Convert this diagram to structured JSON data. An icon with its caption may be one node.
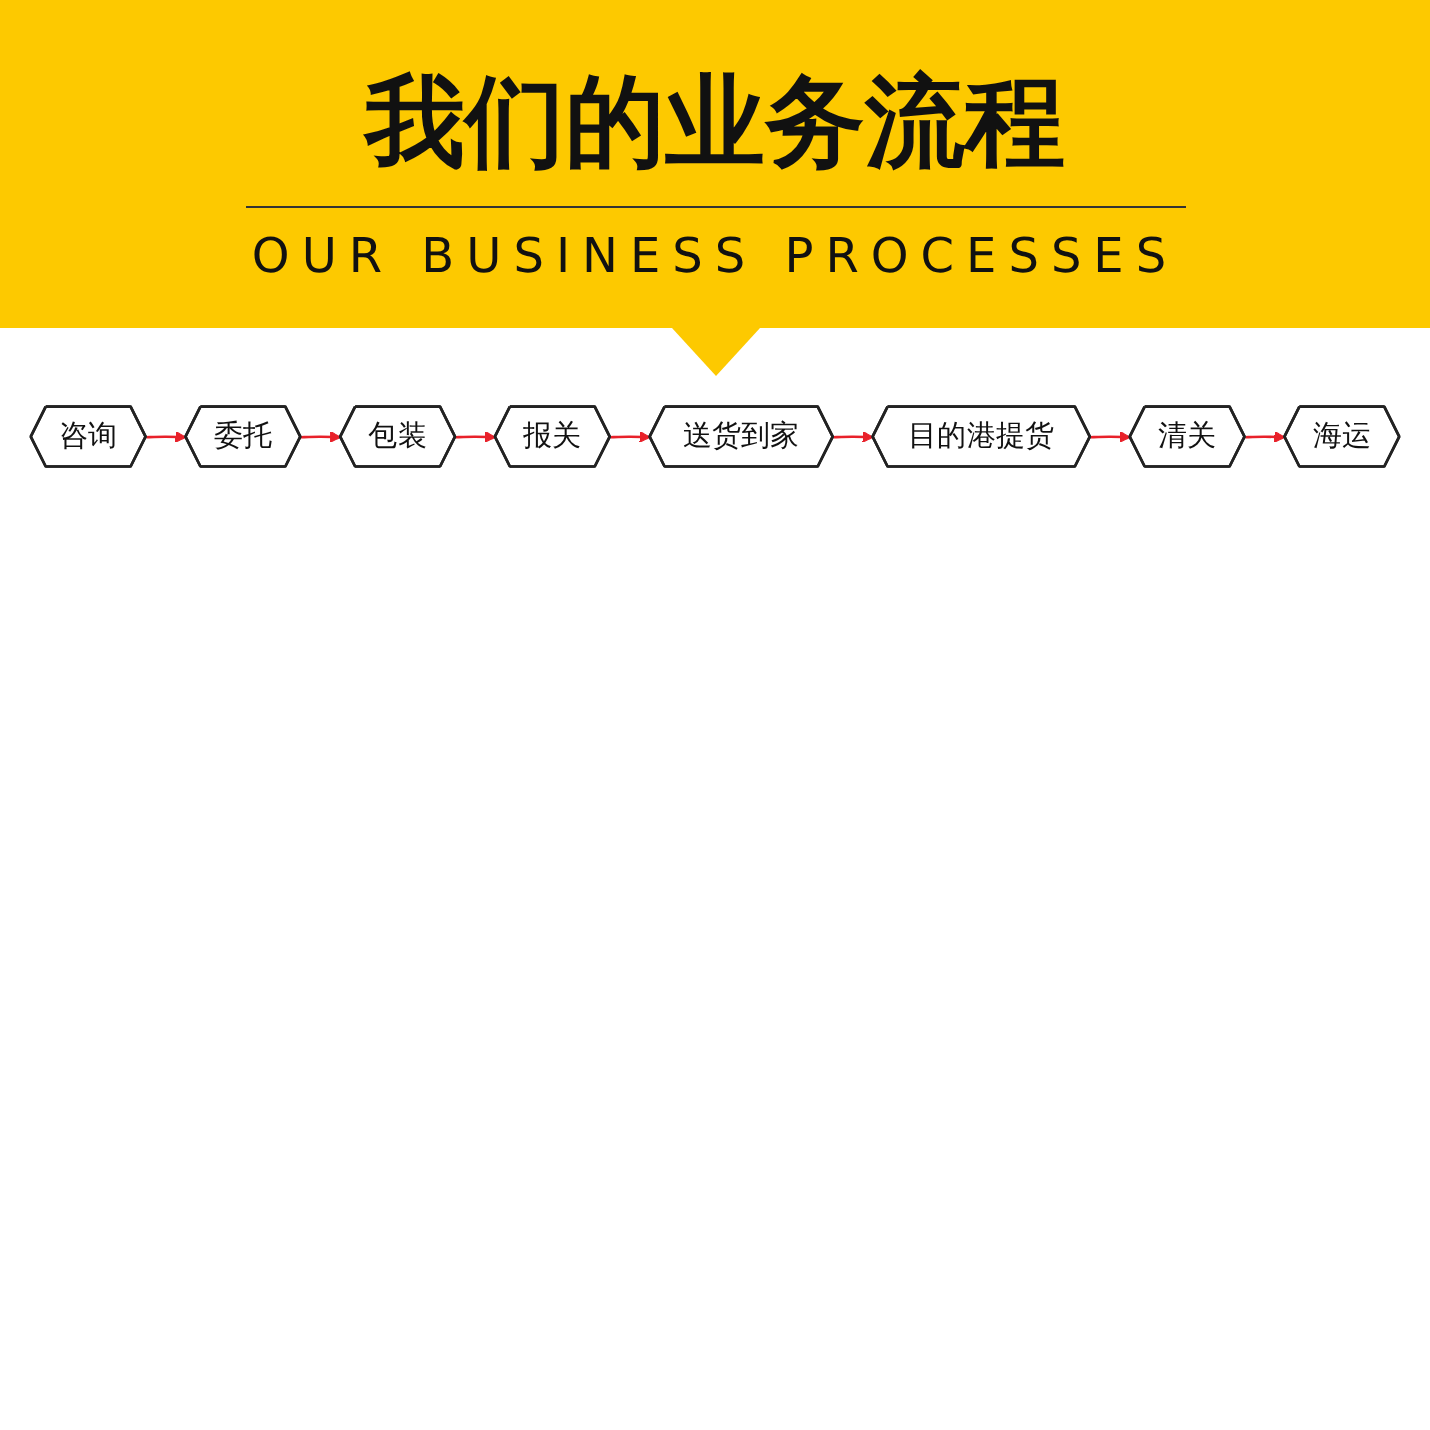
{
  "diagram": {
    "title": "我们的业务流程",
    "nodes": [
      {
        "text": [
          "咨询"
        ]
      },
      {
        "text": [
          "委托"
        ]
      },
      {
        "text": [
          "包装"
        ]
      },
      {
        "text": [
          "报关"
        ]
      },
      {
        "text": [
          "海运"
        ]
      },
      {
        "text": [
          "清关"
        ]
      },
      {
        "text": [
          "目的港提货"
        ]
      },
      {
        "text": [
          "送货到家"
        ]
      }
    ],
    "edges": [
      {
        "from": 0,
        "to": 1,
        "arrow": "to"
      },
      {
        "from": 1,
        "to": 2,
        "arrow": "to"
      },
      {
        "from": 2,
        "to": 3,
        "arrow": "to"
      },
      {
        "from": 3,
        "to": 7,
        "arrow": "to"
      },
      {
        "from": 7,
        "to": 6,
        "arrow": "to"
      },
      {
        "from": 6,
        "to": 5,
        "arrow": "to"
      },
      {
        "from": 5,
        "to": 4,
        "arrow": "to"
      }
    ],
    "labels": [
      "OUR BUSINESS PROCESSES"
    ]
  }
}
